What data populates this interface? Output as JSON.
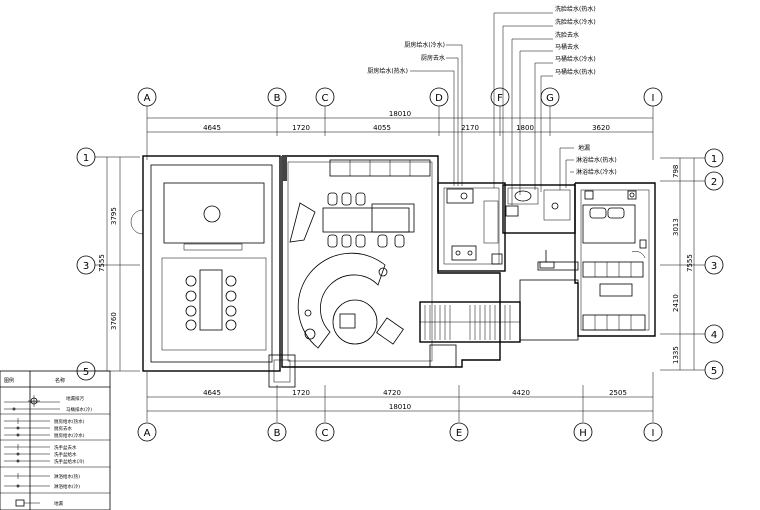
{
  "axes_top": [
    "A",
    "B",
    "C",
    "D",
    "F",
    "G",
    "I"
  ],
  "axes_bottom": [
    "A",
    "B",
    "C",
    "E",
    "H",
    "I"
  ],
  "axes_left": [
    "1",
    "3",
    "5"
  ],
  "axes_right": [
    "1",
    "2",
    "3",
    "4",
    "5"
  ],
  "dims_top": [
    "4645",
    "1720",
    "4055",
    "2170",
    "1800",
    "3620"
  ],
  "dims_bottom": [
    "4645",
    "1720",
    "4720",
    "4420",
    "2505"
  ],
  "dims_left": [
    "3795",
    "7555",
    "3760"
  ],
  "dims_right": [
    "798",
    "3013",
    "7555",
    "2410",
    "1335"
  ],
  "overall_top": "18010",
  "overall_bottom": "18010",
  "callouts_left": [
    "厨房给水(冷水)",
    "厨房去水",
    "厨房给水(热水)"
  ],
  "callouts_right": [
    "洗脸给水(热水)",
    "洗脸给水(冷水)",
    "洗脸去水",
    "马桶去水",
    "马桶给水(冷水)",
    "马桶给水(热水)"
  ],
  "room_labels": [
    "地漏",
    "淋浴给水(热水)",
    "淋浴给水(冷水)"
  ],
  "legend": {
    "header": [
      "图例",
      "名称"
    ],
    "rows": [
      [
        "地漏排污",
        "马桶排水(冷)"
      ],
      [
        "厨房给水(热水)",
        "厨房去水",
        "厨房给水(冷水)"
      ],
      [
        "洗手盆去水",
        "洗手盆给水",
        "洗手盆给水(冷)"
      ],
      [
        "淋浴给水(热)",
        "淋浴给水(冷)"
      ],
      [
        "地漏"
      ]
    ]
  }
}
